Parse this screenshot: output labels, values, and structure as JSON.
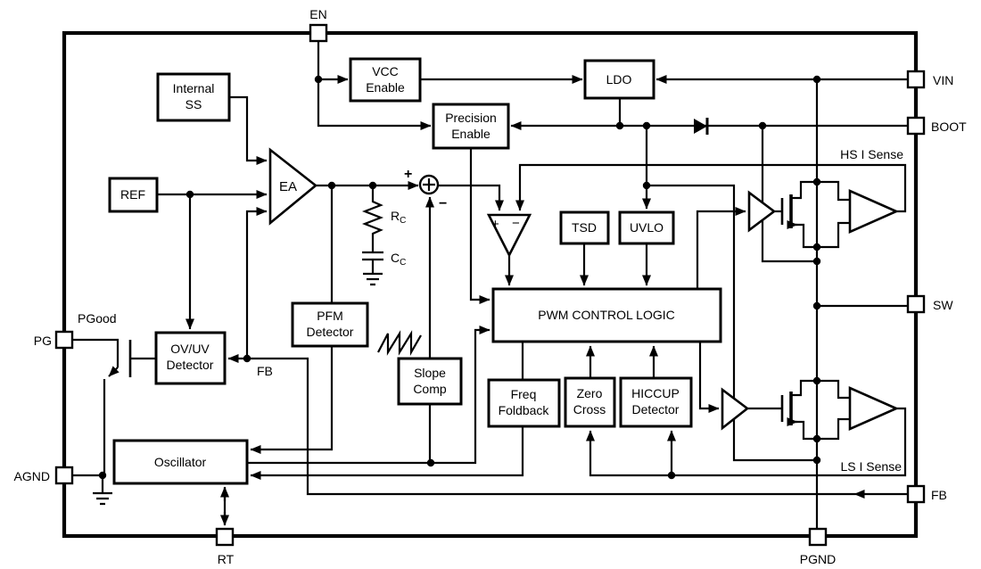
{
  "pins": {
    "en": "EN",
    "vin": "VIN",
    "boot": "BOOT",
    "sw": "SW",
    "fb": "FB",
    "pgnd": "PGND",
    "rt": "RT",
    "agnd": "AGND",
    "pg": "PG"
  },
  "blocks": {
    "internal_ss": {
      "l1": "Internal",
      "l2": "SS"
    },
    "vcc_enable": {
      "l1": "VCC",
      "l2": "Enable"
    },
    "precision_enable": {
      "l1": "Precision",
      "l2": "Enable"
    },
    "ldo": {
      "l1": "LDO"
    },
    "ref": {
      "l1": "REF"
    },
    "ea": {
      "l1": "EA"
    },
    "tsd": {
      "l1": "TSD"
    },
    "uvlo": {
      "l1": "UVLO"
    },
    "pwm": {
      "l1": "PWM CONTROL LOGIC"
    },
    "pfm": {
      "l1": "PFM",
      "l2": "Detector"
    },
    "ovuv": {
      "l1": "OV/UV",
      "l2": "Detector"
    },
    "slope_comp": {
      "l1": "Slope",
      "l2": "Comp"
    },
    "freq_foldback": {
      "l1": "Freq",
      "l2": "Foldback"
    },
    "zero_cross": {
      "l1": "Zero",
      "l2": "Cross"
    },
    "hiccup": {
      "l1": "HICCUP",
      "l2": "Detector"
    },
    "oscillator": {
      "l1": "Oscillator"
    }
  },
  "nets": {
    "pgood": "PGood",
    "fb": "FB",
    "hs_i_sense": "HS I Sense",
    "ls_i_sense": "LS I Sense"
  },
  "symbols": {
    "sum_plus": "+",
    "sum_minus": "−",
    "comp_plus": "+",
    "comp_minus": "−",
    "rc_name": "R",
    "rc_sub": "C",
    "cc_name": "C",
    "cc_sub": "C"
  },
  "colors": {
    "ink": "#000000",
    "background": "#ffffff"
  }
}
